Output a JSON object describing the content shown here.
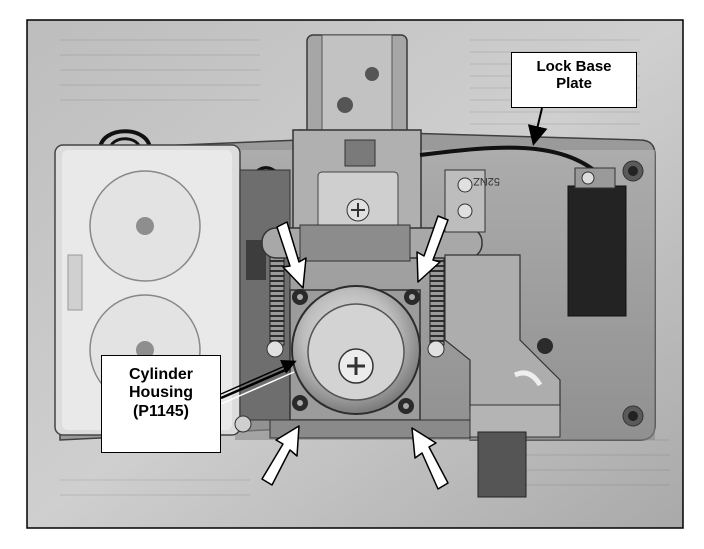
{
  "figure": {
    "labels": {
      "lock_base_plate": [
        "Lock Base",
        "Plate"
      ],
      "cylinder_housing": [
        "Cylinder",
        "Housing",
        "(P1145)"
      ]
    },
    "housing_stamp": "52NZ"
  }
}
